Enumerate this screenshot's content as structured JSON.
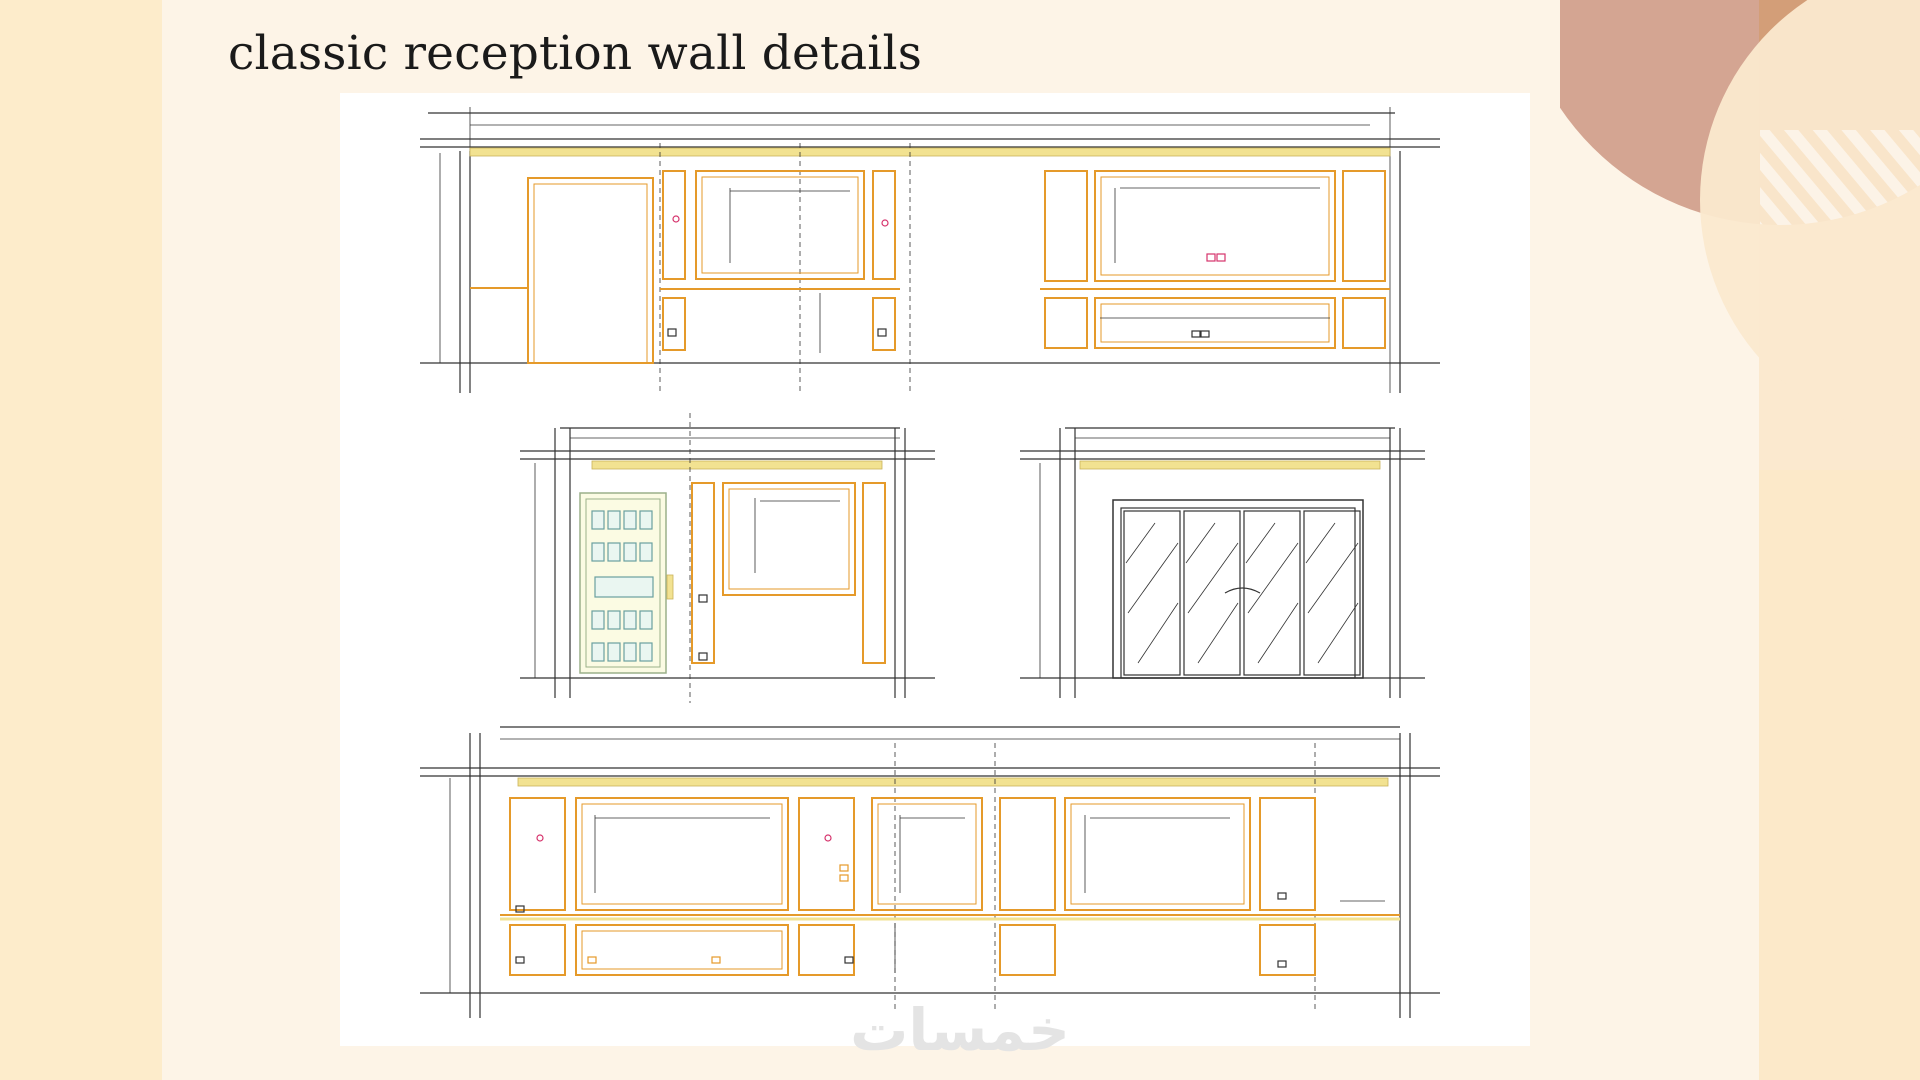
{
  "slide": {
    "title": "classic reception wall details"
  },
  "drawing": {
    "elevations": [
      "top-elevation",
      "middle-left-elevation",
      "middle-right-elevation",
      "bottom-elevation"
    ]
  },
  "watermark": {
    "text": "خمسات"
  },
  "colors": {
    "page_background": "#fdeccb",
    "slide_background": "#fdf4e7",
    "deco_circle": "#d4a592",
    "deco_circle_overlap": "#d39e78",
    "deco_panel": "#d7a079",
    "moulding_orange": "#e59a2a",
    "cornice_yellow": "#f2e291",
    "line_dark": "#333333",
    "sheet_background": "#ffffff"
  }
}
